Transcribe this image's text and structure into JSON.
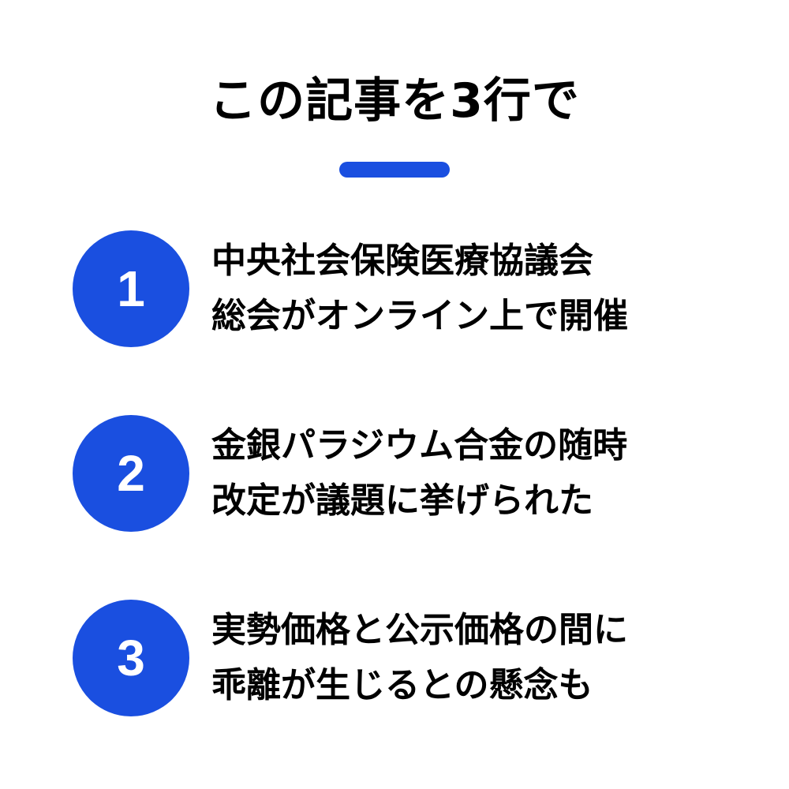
{
  "title": "この記事を3行で",
  "colors": {
    "accent": "#1a4fe0",
    "text": "#000000",
    "background": "#ffffff"
  },
  "points": [
    {
      "number": "1",
      "line1": "中央社会保険医療協議会",
      "line2": "総会がオンライン上で開催"
    },
    {
      "number": "2",
      "line1": "金銀パラジウム合金の随時",
      "line2": "改定が議題に挙げられた"
    },
    {
      "number": "3",
      "line1": "実勢価格と公示価格の間に",
      "line2": "乖離が生じるとの懸念も"
    }
  ]
}
